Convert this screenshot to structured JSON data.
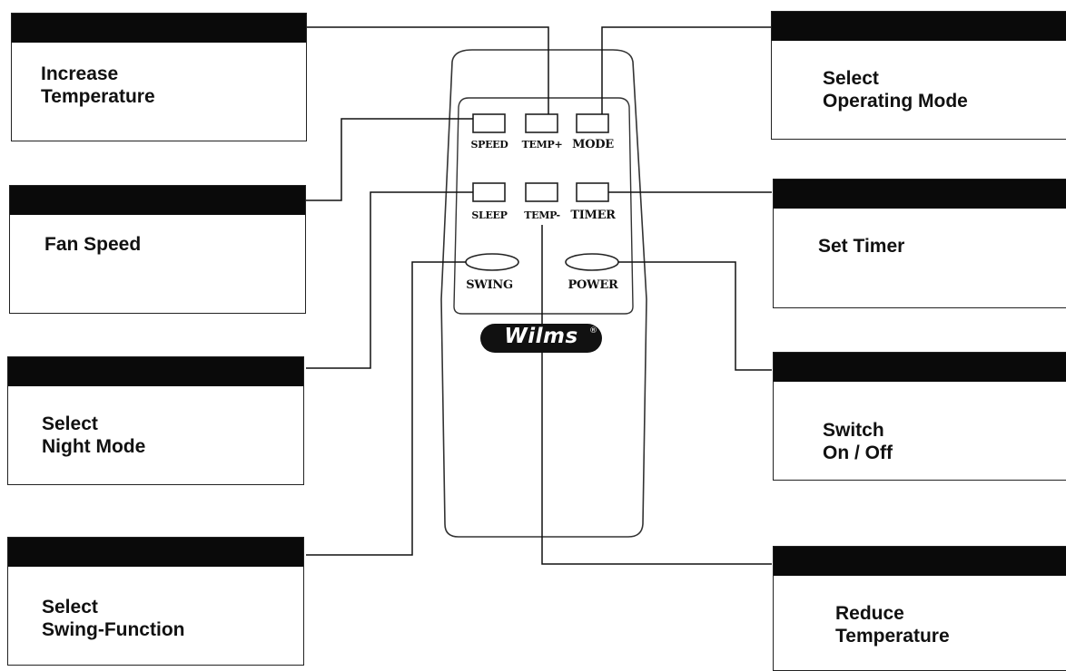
{
  "remote": {
    "buttons": [
      {
        "label": "SPEED"
      },
      {
        "label": "TEMP+"
      },
      {
        "label": "MODE"
      },
      {
        "label": "SLEEP"
      },
      {
        "label": "TEMP-"
      },
      {
        "label": "TIMER"
      },
      {
        "label": "SWING"
      },
      {
        "label": "POWER"
      }
    ],
    "brand": "Wilms",
    "brand_mark": "®"
  },
  "callouts": {
    "increase_temp": {
      "line1": "Increase",
      "line2": "Temperature"
    },
    "fan_speed": {
      "line1": "Fan Speed"
    },
    "night_mode": {
      "line1": "Select",
      "line2": "Night Mode"
    },
    "swing": {
      "line1": "Select",
      "line2": "Swing-Function"
    },
    "operating_mode": {
      "line1": "Select",
      "line2": "Operating Mode"
    },
    "timer": {
      "line1": "Set Timer"
    },
    "power": {
      "line1": "Switch",
      "line2": "On / Off"
    },
    "reduce_temp": {
      "line1": "Reduce",
      "line2": "Temperature"
    }
  }
}
